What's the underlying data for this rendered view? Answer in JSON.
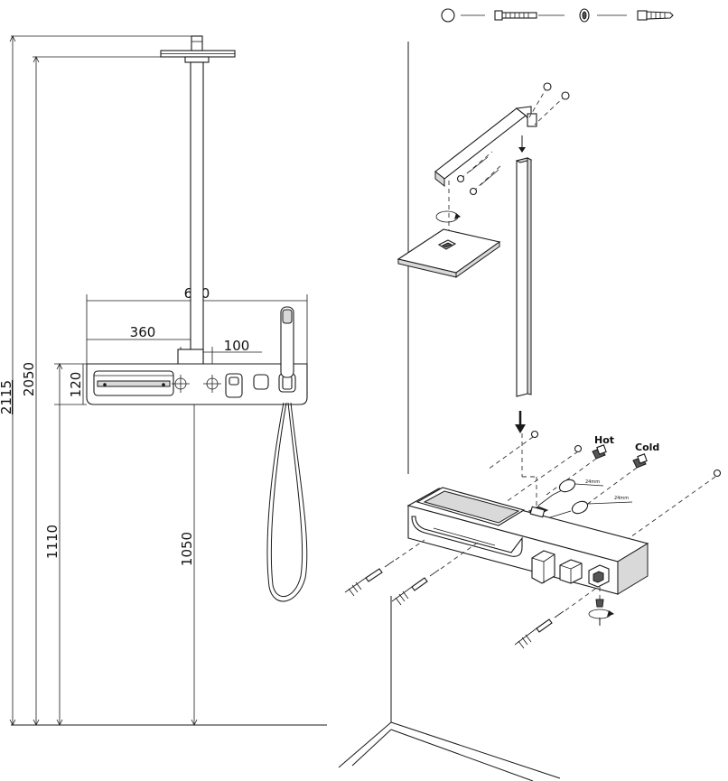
{
  "dimensions": {
    "total_height": "2115",
    "head_height": "2050",
    "shelf_top": "1110",
    "shelf_base": "1050",
    "panel_width": "680",
    "arm_offset": "360",
    "valve_spacing": "100",
    "panel_height": "120"
  },
  "labels": {
    "hot": "Hot",
    "cold": "Cold",
    "nut_size_a": "24mm",
    "nut_size_b": "24mm"
  }
}
